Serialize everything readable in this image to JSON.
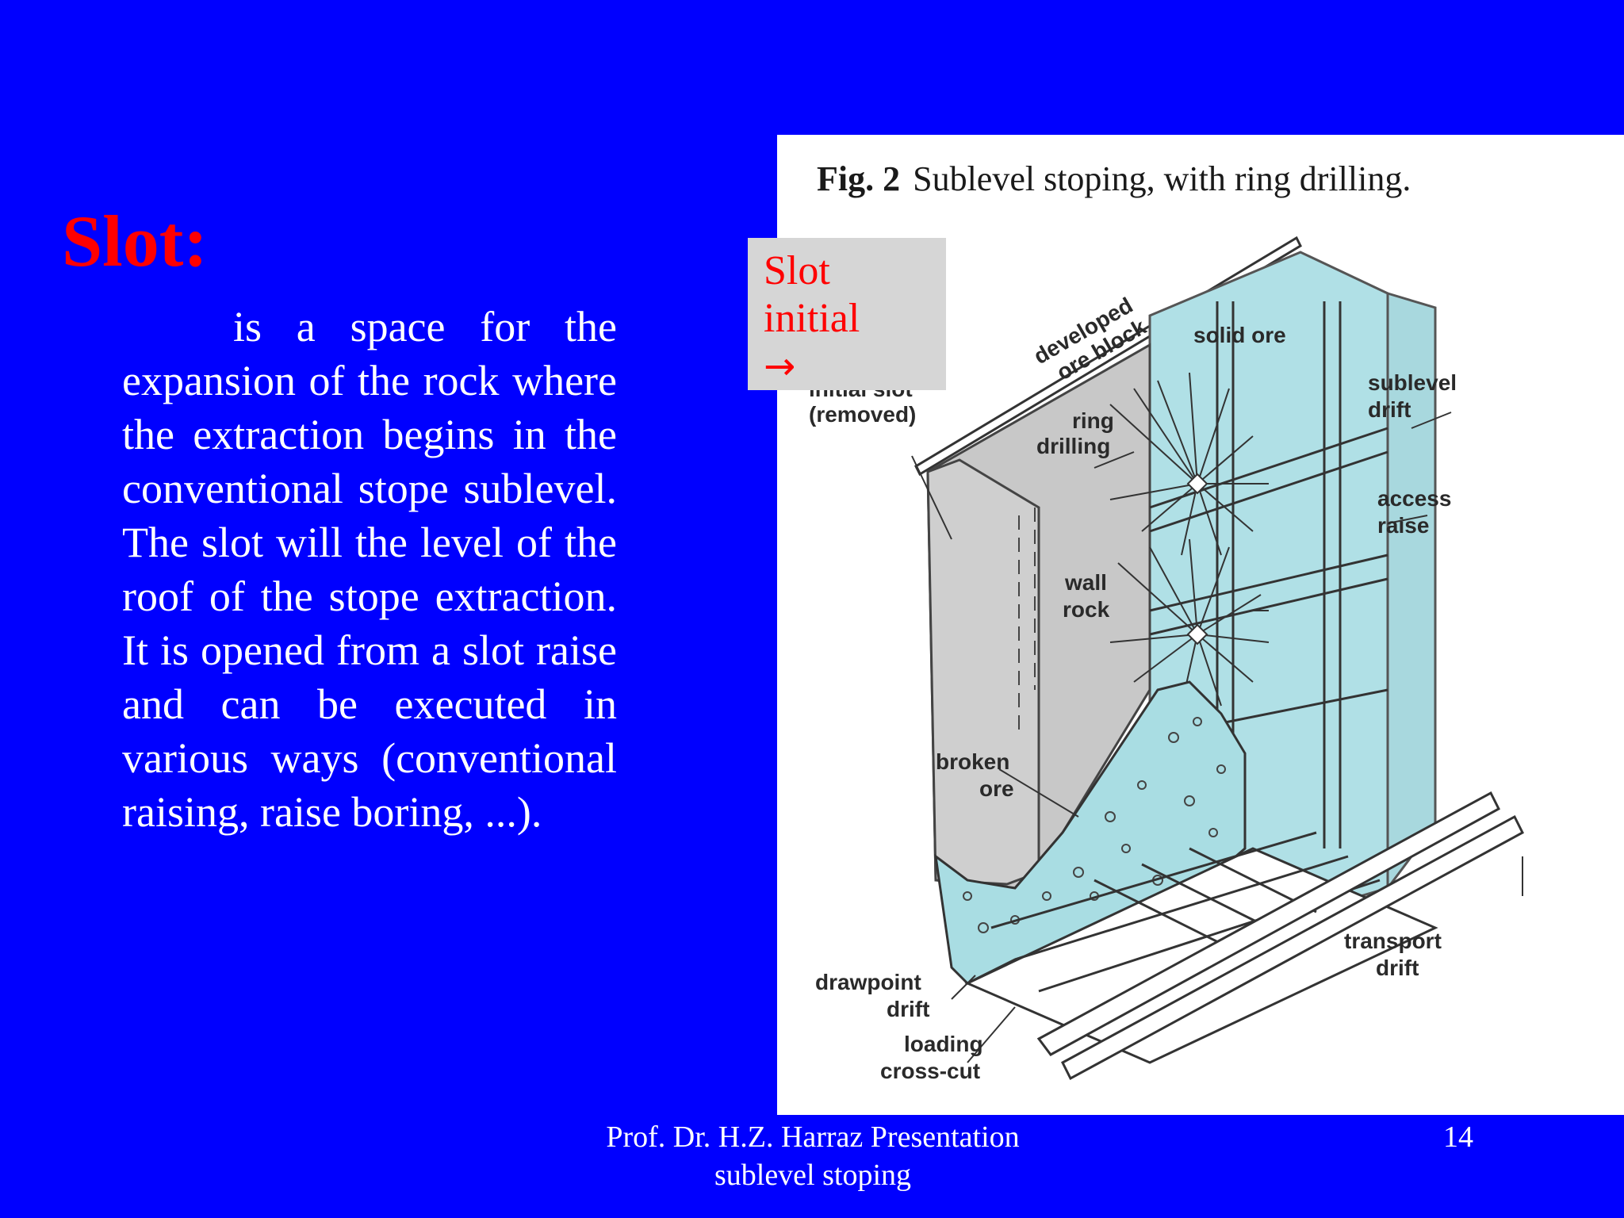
{
  "slide": {
    "title": "Slot:",
    "body": "is a space for the expansion of the rock where the extraction begins in the conventional stope sublevel. The slot will the level of the roof of the stope extraction. It is opened from a slot raise and can be executed in various ways (conventional raising, raise boring, ...)."
  },
  "figure": {
    "number": "Fig. 2",
    "caption": "Sublevel stoping, with ring drilling.",
    "labels": {
      "developed_1": "developed",
      "developed_2": "ore block",
      "solid_ore": "solid ore",
      "initial_slot_1": "initial slot",
      "initial_slot_2": "(removed)",
      "ring_1": "ring",
      "ring_2": "drilling",
      "sublevel_1": "sublevel",
      "sublevel_2": "drift",
      "access_1": "access",
      "access_2": "raise",
      "wall_1": "wall",
      "wall_2": "rock",
      "broken_1": "broken",
      "broken_2": "ore",
      "transport_1": "transport",
      "transport_2": "drift",
      "drawpoint_1": "drawpoint",
      "drawpoint_2": "drift",
      "loading_1": "loading",
      "loading_2": "cross-cut"
    },
    "colors": {
      "ore": "#b0e0e6",
      "wall_rock": "#c8c8c8",
      "broken_ore": "#a9dde3"
    }
  },
  "callout": {
    "line1": "Slot",
    "line2": "initial",
    "arrow": "→"
  },
  "footer": {
    "line1": "Prof. Dr. H.Z. Harraz Presentation",
    "line2": "sublevel stoping",
    "page_number": "14"
  }
}
